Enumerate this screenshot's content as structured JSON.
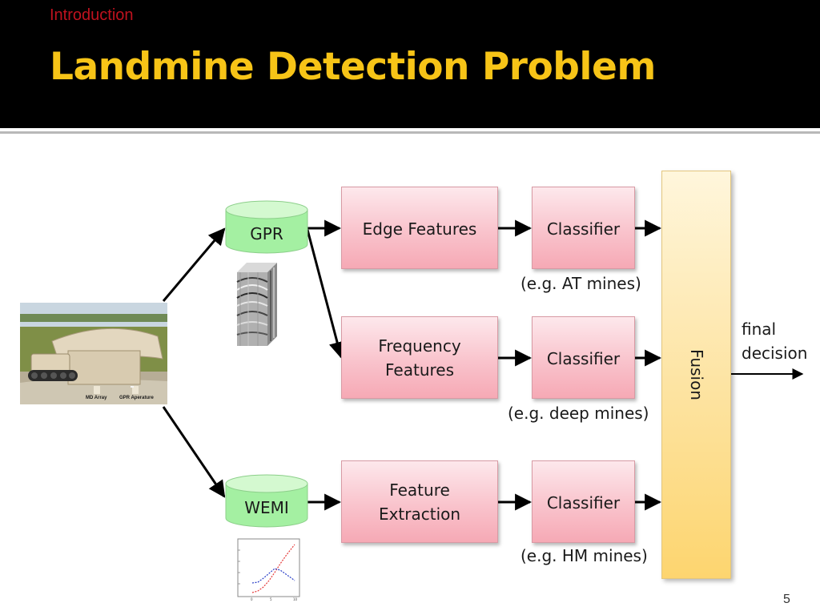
{
  "header": {
    "section": "Introduction",
    "title": "Landmine Detection Problem"
  },
  "sensors": {
    "gpr": "GPR",
    "wemi": "WEMI"
  },
  "features": {
    "edge": "Edge Features",
    "frequency_line1": "Frequency",
    "frequency_line2": "Features",
    "extraction_line1": "Feature",
    "extraction_line2": "Extraction"
  },
  "classifiers": {
    "top": "Classifier",
    "middle": "Classifier",
    "bottom": "Classifier"
  },
  "notes": {
    "top": "(e.g. AT mines)",
    "middle": "(e.g. deep mines)",
    "bottom": "(e.g. HM mines)"
  },
  "fusion": "Fusion",
  "output": {
    "line1": "final",
    "line2": "decision"
  },
  "photo": {
    "caption_left": "MD Array",
    "caption_right": "GPR Aperature"
  },
  "plot": {
    "x_ticks": [
      "0",
      "5",
      "10"
    ]
  },
  "page_number": "5",
  "colors": {
    "title": "#f7c417",
    "section": "#c0121e",
    "header_bg": "#000000",
    "process_box": "#f9c3cc",
    "fusion_box": "#fde3a0",
    "cylinder": "#9ef09e"
  }
}
